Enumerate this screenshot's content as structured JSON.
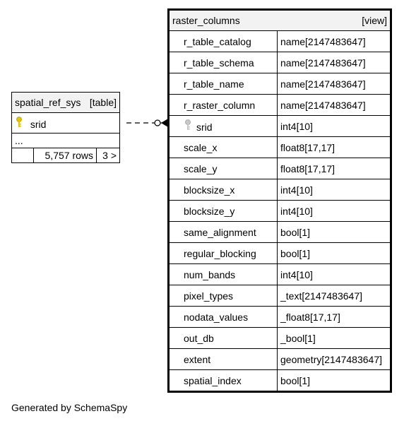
{
  "ref_table": {
    "name": "spatial_ref_sys",
    "kind": "[table]",
    "column": "srid",
    "ellipsis": "...",
    "rows": "5,757 rows",
    "children": "3 >"
  },
  "main_table": {
    "name": "raster_columns",
    "kind": "[view]",
    "columns": [
      {
        "name": "r_table_catalog",
        "type": "name[2147483647]"
      },
      {
        "name": "r_table_schema",
        "type": "name[2147483647]"
      },
      {
        "name": "r_table_name",
        "type": "name[2147483647]"
      },
      {
        "name": "r_raster_column",
        "type": "name[2147483647]"
      },
      {
        "name": "srid",
        "type": "int4[10]"
      },
      {
        "name": "scale_x",
        "type": "float8[17,17]"
      },
      {
        "name": "scale_y",
        "type": "float8[17,17]"
      },
      {
        "name": "blocksize_x",
        "type": "int4[10]"
      },
      {
        "name": "blocksize_y",
        "type": "int4[10]"
      },
      {
        "name": "same_alignment",
        "type": "bool[1]"
      },
      {
        "name": "regular_blocking",
        "type": "bool[1]"
      },
      {
        "name": "num_bands",
        "type": "int4[10]"
      },
      {
        "name": "pixel_types",
        "type": "_text[2147483647]"
      },
      {
        "name": "nodata_values",
        "type": "_float8[17,17]"
      },
      {
        "name": "out_db",
        "type": "_bool[1]"
      },
      {
        "name": "extent",
        "type": "geometry[2147483647]"
      },
      {
        "name": "spatial_index",
        "type": "bool[1]"
      }
    ]
  },
  "footer": "Generated by SchemaSpy",
  "colors": {
    "primary_key": "#e6c200",
    "foreign_key": "#b0b0b0",
    "header_bg": "#f2f2f2"
  },
  "icons": {
    "primary_key": "key-icon",
    "foreign_key": "key-icon"
  }
}
